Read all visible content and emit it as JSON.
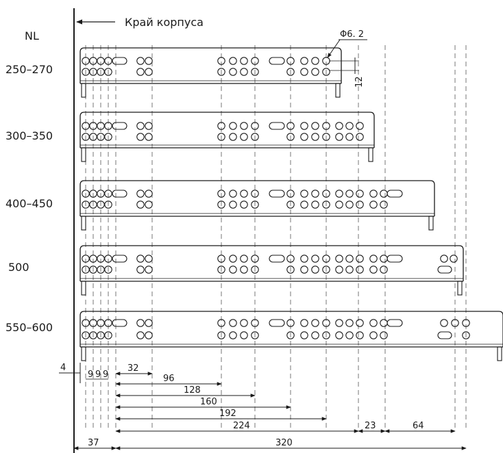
{
  "header": {
    "row_label": "NL",
    "edge_label": "Край корпуса",
    "hole_label": "Φ6. 2"
  },
  "rows": [
    {
      "label": "250–270",
      "extra": []
    },
    {
      "label": "300–350",
      "extra": []
    },
    {
      "label": "400–450",
      "extra": []
    },
    {
      "label": "500",
      "extra": []
    },
    {
      "label": "550–600",
      "extra": []
    }
  ],
  "dims": {
    "offset_4": "4",
    "pitch_9": "9",
    "d32": "32",
    "d96": "96",
    "d128": "128",
    "d160": "160",
    "d192": "192",
    "d224": "224",
    "d23": "23",
    "d64": "64",
    "d37": "37",
    "d320": "320",
    "d12": "12"
  }
}
